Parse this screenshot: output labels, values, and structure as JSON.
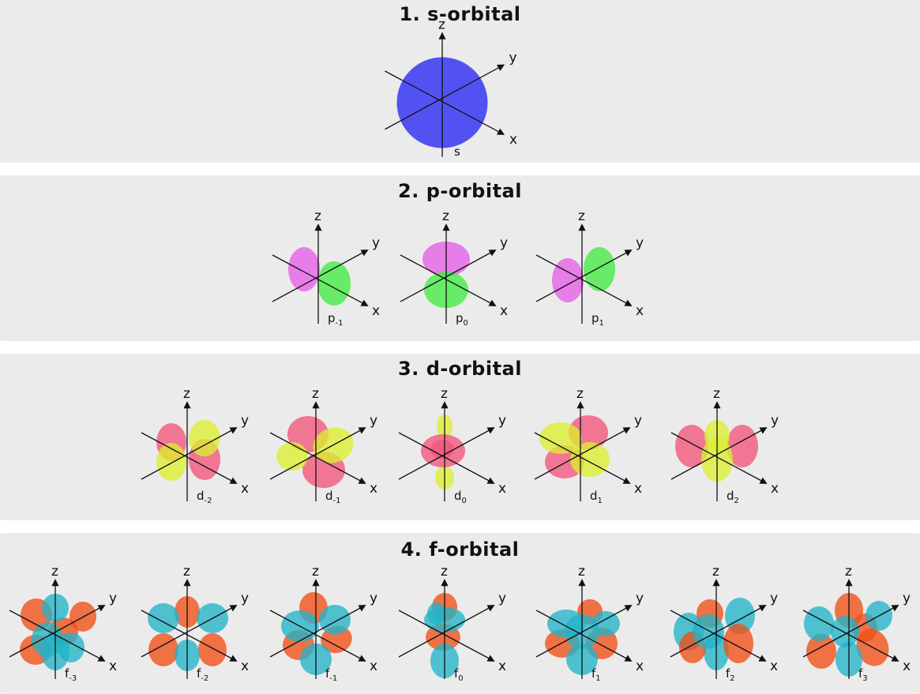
{
  "sections": [
    {
      "title": "1. s-orbital",
      "orbitals": [
        {
          "base": "s",
          "sub": "",
          "kind": "s"
        }
      ]
    },
    {
      "title": "2. p-orbital",
      "orbitals": [
        {
          "base": "p",
          "sub": "-1",
          "kind": "p-1"
        },
        {
          "base": "p",
          "sub": "0",
          "kind": "p0"
        },
        {
          "base": "p",
          "sub": "1",
          "kind": "p1"
        }
      ]
    },
    {
      "title": "3. d-orbital",
      "orbitals": [
        {
          "base": "d",
          "sub": "-2",
          "kind": "d-2"
        },
        {
          "base": "d",
          "sub": "-1",
          "kind": "d-1"
        },
        {
          "base": "d",
          "sub": "0",
          "kind": "d0"
        },
        {
          "base": "d",
          "sub": "1",
          "kind": "d1"
        },
        {
          "base": "d",
          "sub": "2",
          "kind": "d2"
        }
      ]
    },
    {
      "title": "4. f-orbital",
      "orbitals": [
        {
          "base": "f",
          "sub": "-3",
          "kind": "f-3"
        },
        {
          "base": "f",
          "sub": "-2",
          "kind": "f-2"
        },
        {
          "base": "f",
          "sub": "-1",
          "kind": "f-1"
        },
        {
          "base": "f",
          "sub": "0",
          "kind": "f0"
        },
        {
          "base": "f",
          "sub": "1",
          "kind": "f1"
        },
        {
          "base": "f",
          "sub": "2",
          "kind": "f2"
        },
        {
          "base": "f",
          "sub": "3",
          "kind": "f3"
        }
      ]
    }
  ],
  "axes": {
    "x": "x",
    "y": "y",
    "z": "z"
  },
  "colors": {
    "s": "#4a4af2",
    "p_pos": "#e65de6",
    "p_neg": "#42ea42",
    "d_pos": "#f2557b",
    "d_neg": "#dcee30",
    "f_pos": "#f04e14",
    "f_neg": "#21b3c8",
    "panel": "#ebebeb",
    "axis": "#111111"
  }
}
